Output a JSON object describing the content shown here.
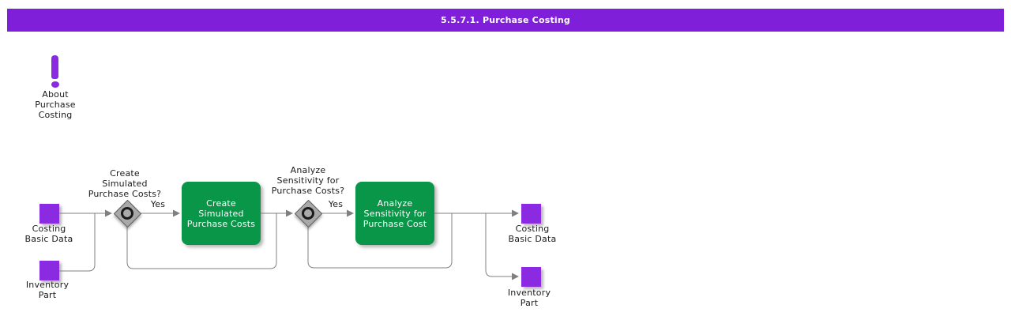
{
  "title_bar": {
    "title": "5.5.7.1. Purchase Costing"
  },
  "colors": {
    "title-bg": "#7F1FD9",
    "purple": "#8A2BE2",
    "green": "#0A9648",
    "line": "#808080",
    "diamond-fill": "#A9A9A9",
    "diamond-border": "#5F5F5F",
    "text": "#1A1A1A"
  },
  "about": {
    "label": "About\nPurchase\nCosting"
  },
  "flow": {
    "inputs": {
      "costing_basic_data": "Costing\nBasic Data",
      "inventory_part": "Inventory\nPart"
    },
    "decision1": {
      "question": "Create\nSimulated\nPurchase Costs?",
      "yes": "Yes"
    },
    "task1": {
      "label": "Create\nSimulated\nPurchase Costs"
    },
    "decision2": {
      "question": "Analyze\nSensitivity for\nPurchase Costs?",
      "yes": "Yes"
    },
    "task2": {
      "label": "Analyze\nSensitivity for\nPurchase Cost"
    },
    "outputs": {
      "costing_basic_data": "Costing\nBasic Data",
      "inventory_part": "Inventory\nPart"
    }
  }
}
